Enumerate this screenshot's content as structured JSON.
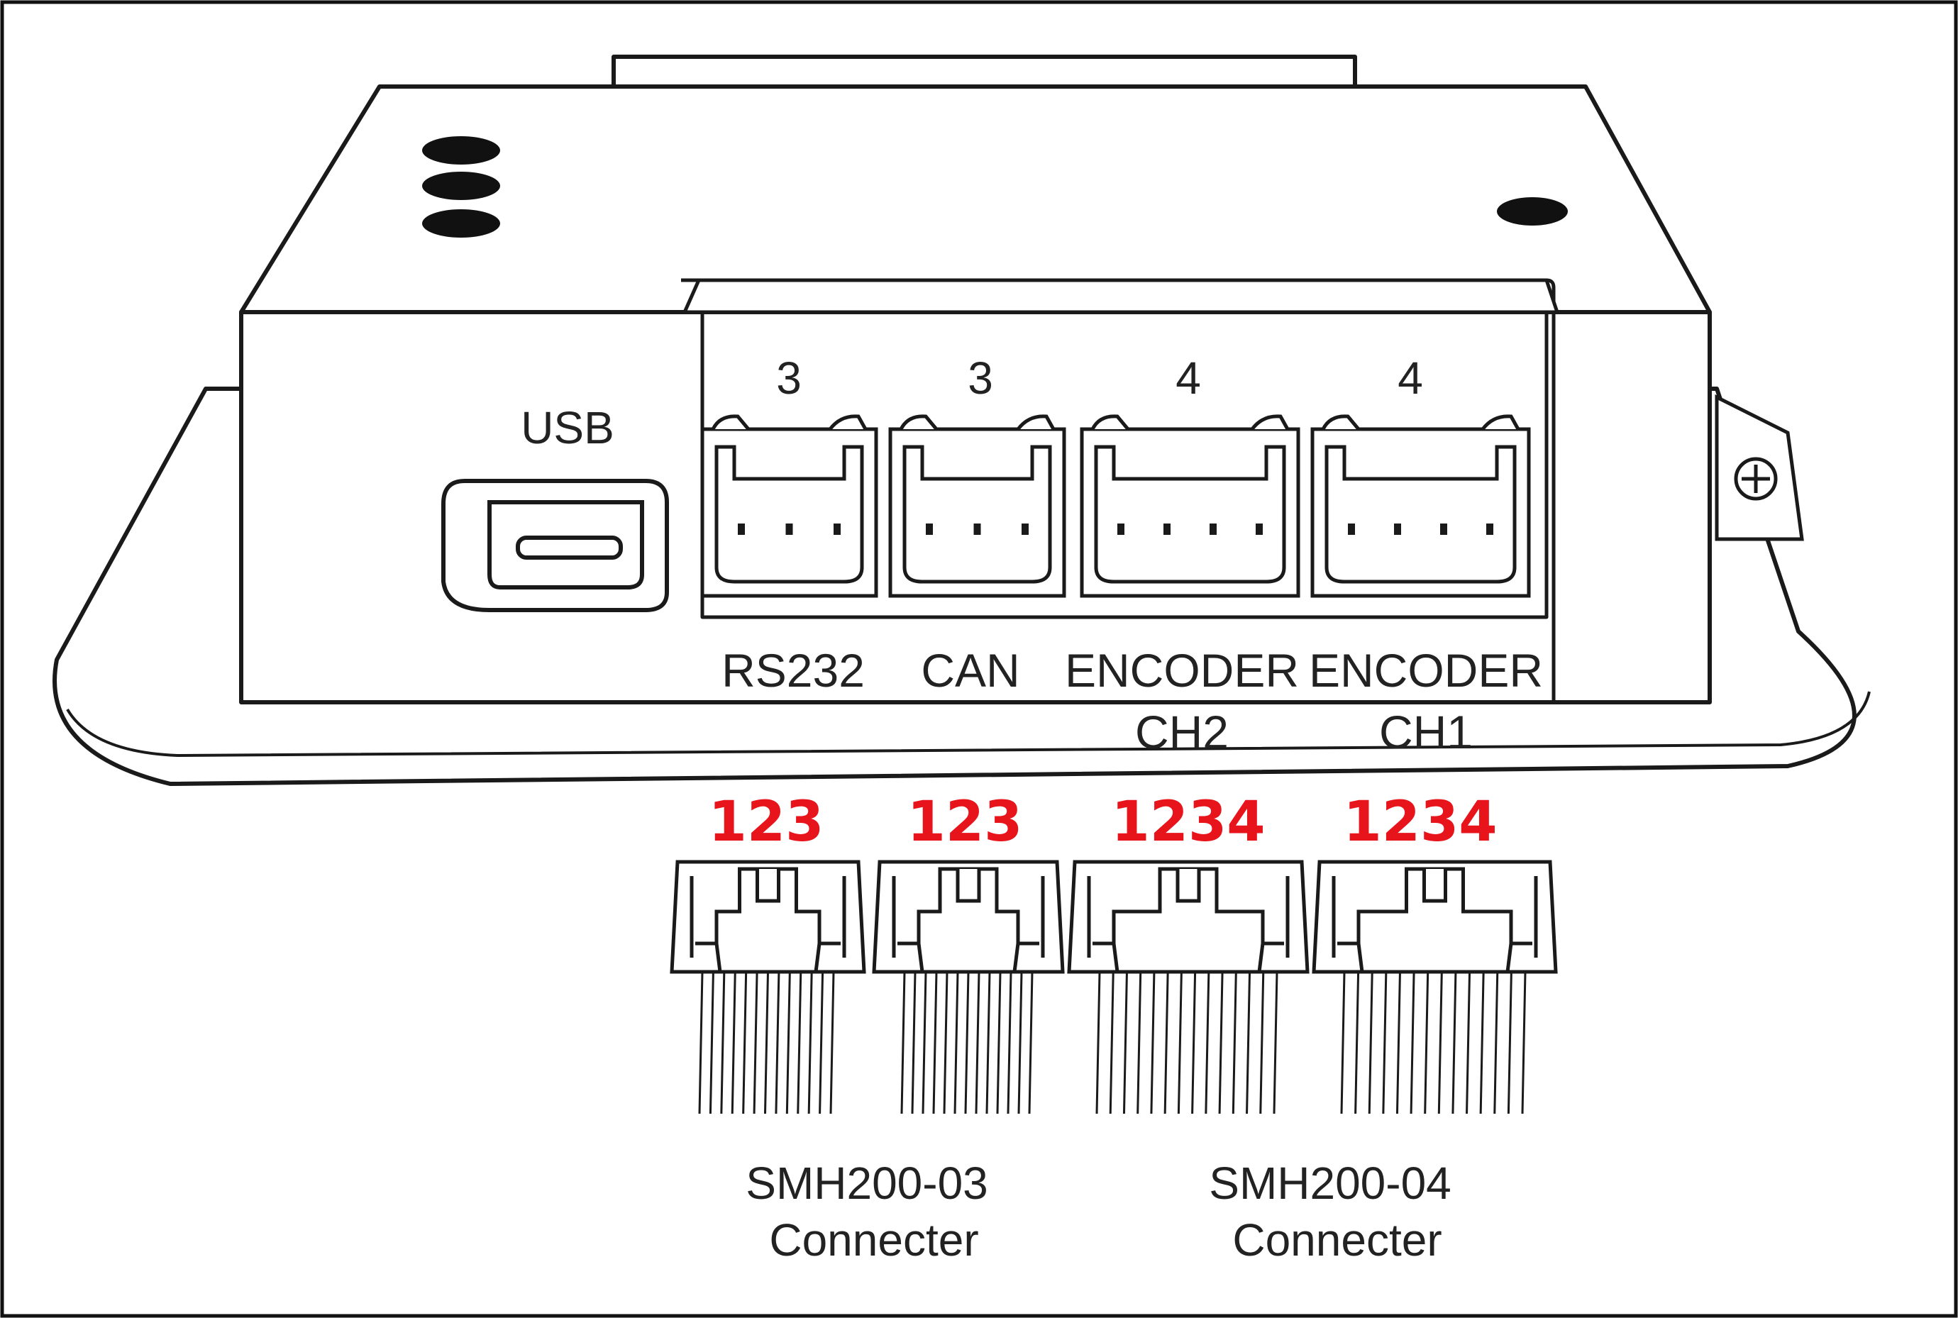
{
  "device": {
    "usb_label": "USB",
    "port_pin_counts": [
      "3",
      "3",
      "4",
      "4"
    ],
    "port_names": [
      "RS232",
      "CAN",
      "ENCODER",
      "ENCODER"
    ],
    "port_channels": [
      "",
      "",
      "CH2",
      "CH1"
    ]
  },
  "connectors": {
    "pin_numbers": [
      "123",
      "123",
      "1234",
      "1234"
    ],
    "type_a": {
      "part": "SMH200-03",
      "word": "Connecter"
    },
    "type_b": {
      "part": "SMH200-04",
      "word": "Connecter"
    }
  },
  "colors": {
    "line": "#1a1a1a",
    "pin_numbers": "#e8141c",
    "background": "#ffffff"
  }
}
